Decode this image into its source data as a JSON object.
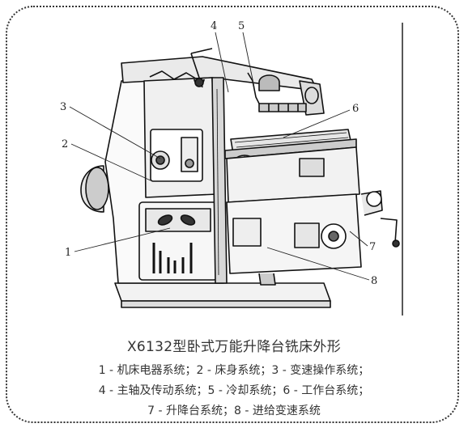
{
  "callouts": [
    "1",
    "2",
    "3",
    "4",
    "5",
    "6",
    "7",
    "8"
  ],
  "caption": {
    "title": "X6132型卧式万能升降台铣床外形",
    "line1": "1 - 机床电器系统；2 - 床身系统；3 - 变速操作系统；",
    "line2": "4 - 主轴及传动系统；5 - 冷却系统；6 - 工作台系统；",
    "line3": "7 - 升降台系统；8 - 进给变速系统"
  }
}
